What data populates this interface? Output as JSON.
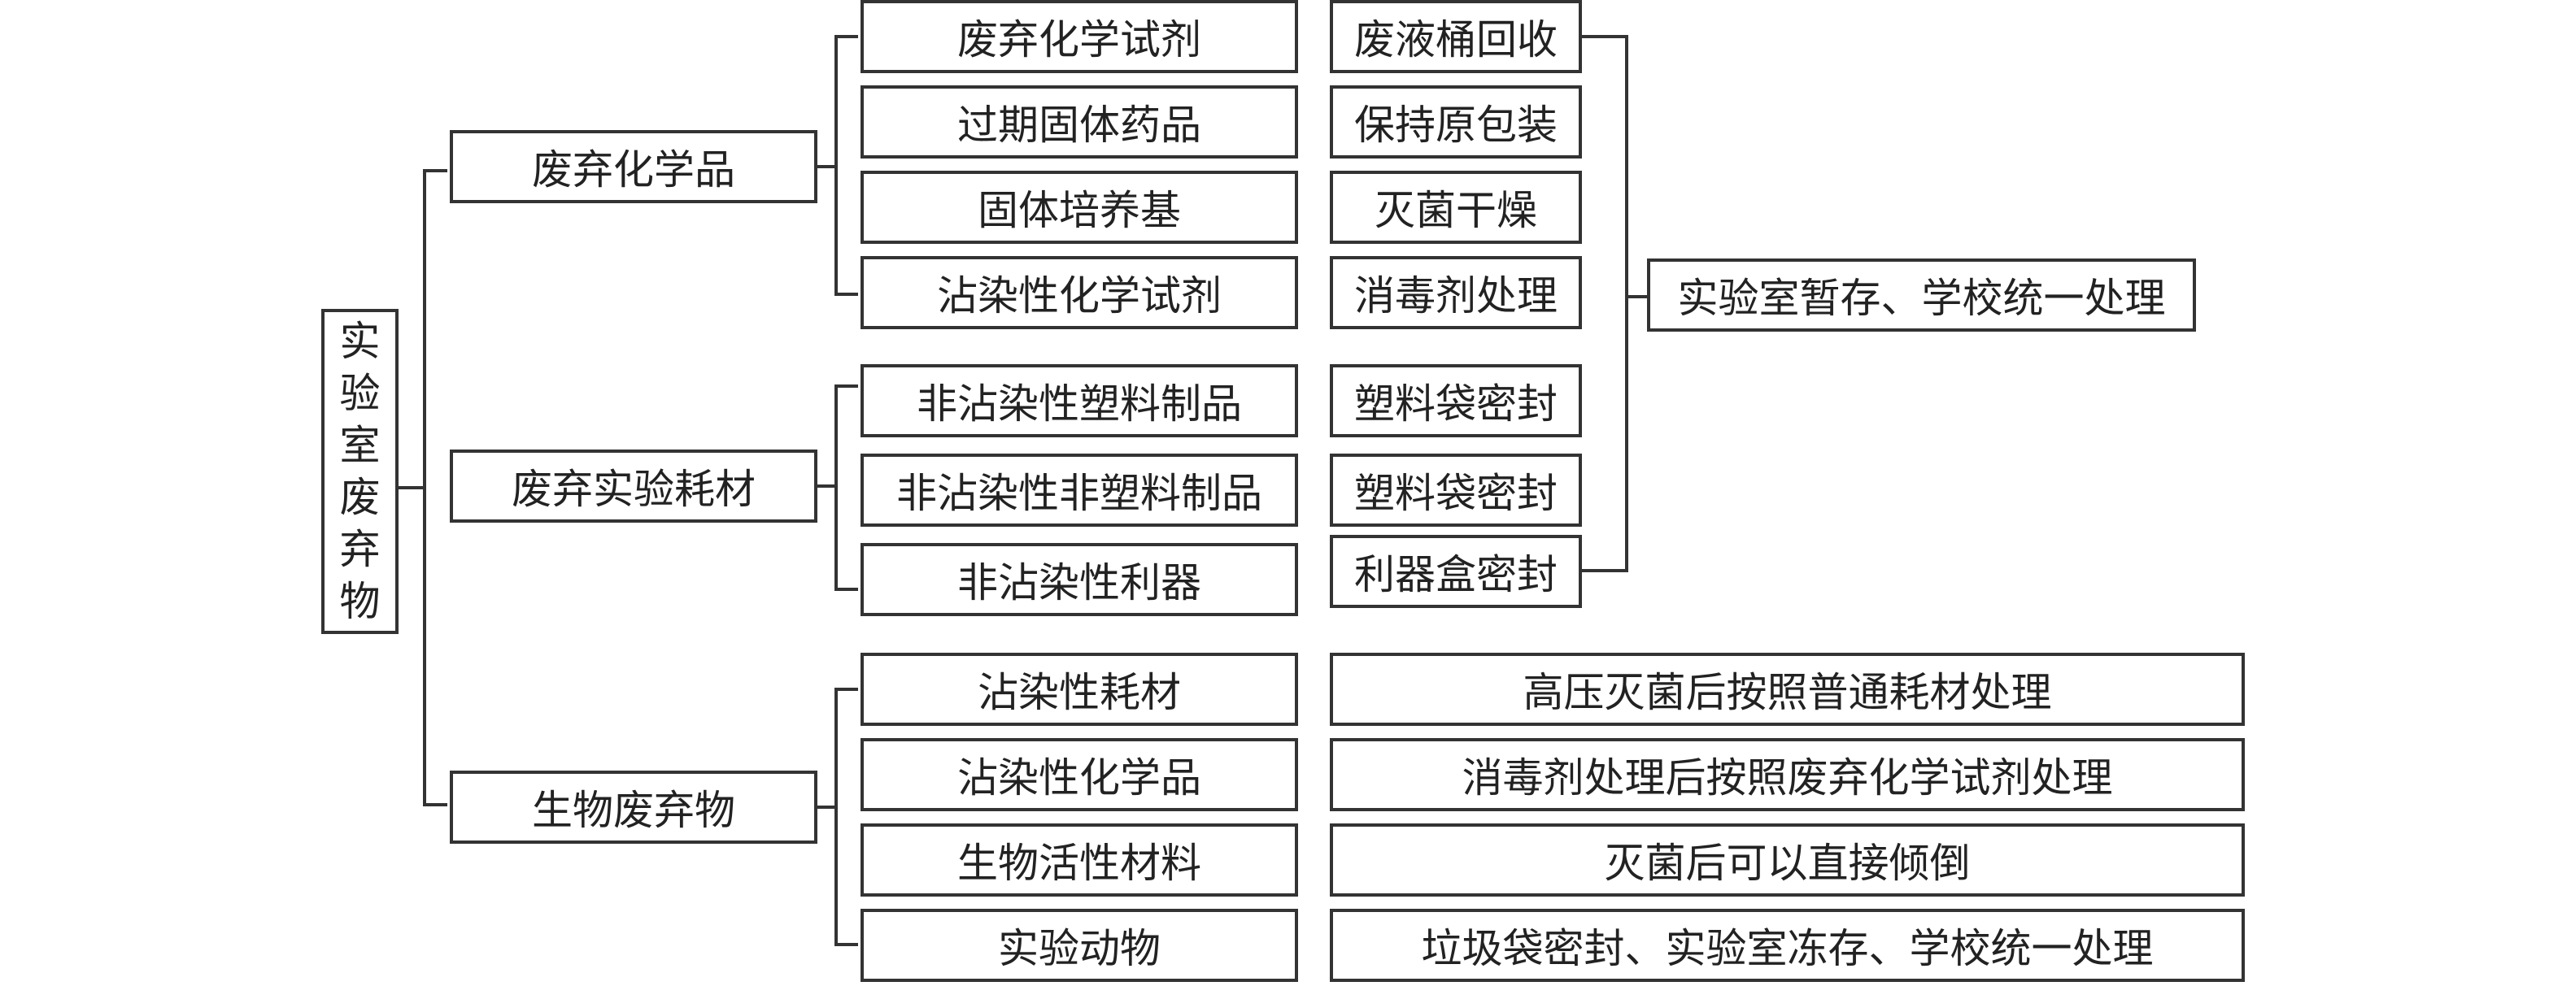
{
  "root": "实验室废弃物",
  "categories": [
    {
      "label": "废弃化学品",
      "items": [
        {
          "name": "废弃化学试剂",
          "method": "废液桶回收"
        },
        {
          "name": "过期固体药品",
          "method": "保持原包装"
        },
        {
          "name": "固体培养基",
          "method": "灭菌干燥"
        },
        {
          "name": "沾染性化学试剂",
          "method": "消毒剂处理"
        }
      ]
    },
    {
      "label": "废弃实验耗材",
      "items": [
        {
          "name": "非沾染性塑料制品",
          "method": "塑料袋密封"
        },
        {
          "name": "非沾染性非塑料制品",
          "method": "塑料袋密封"
        },
        {
          "name": "非沾染性利器",
          "method": "利器盒密封"
        }
      ]
    },
    {
      "label": "生物废弃物",
      "items": [
        {
          "name": "沾染性耗材",
          "method": "高压灭菌后按照普通耗材处理"
        },
        {
          "name": "沾染性化学品",
          "method": "消毒剂处理后按照废弃化学试剂处理"
        },
        {
          "name": "生物活性材料",
          "method": "灭菌后可以直接倾倒"
        },
        {
          "name": "实验动物",
          "method": "垃圾袋密封、实验室冻存、学校统一处理"
        }
      ]
    }
  ],
  "final_step": "实验室暂存、学校统一处理"
}
